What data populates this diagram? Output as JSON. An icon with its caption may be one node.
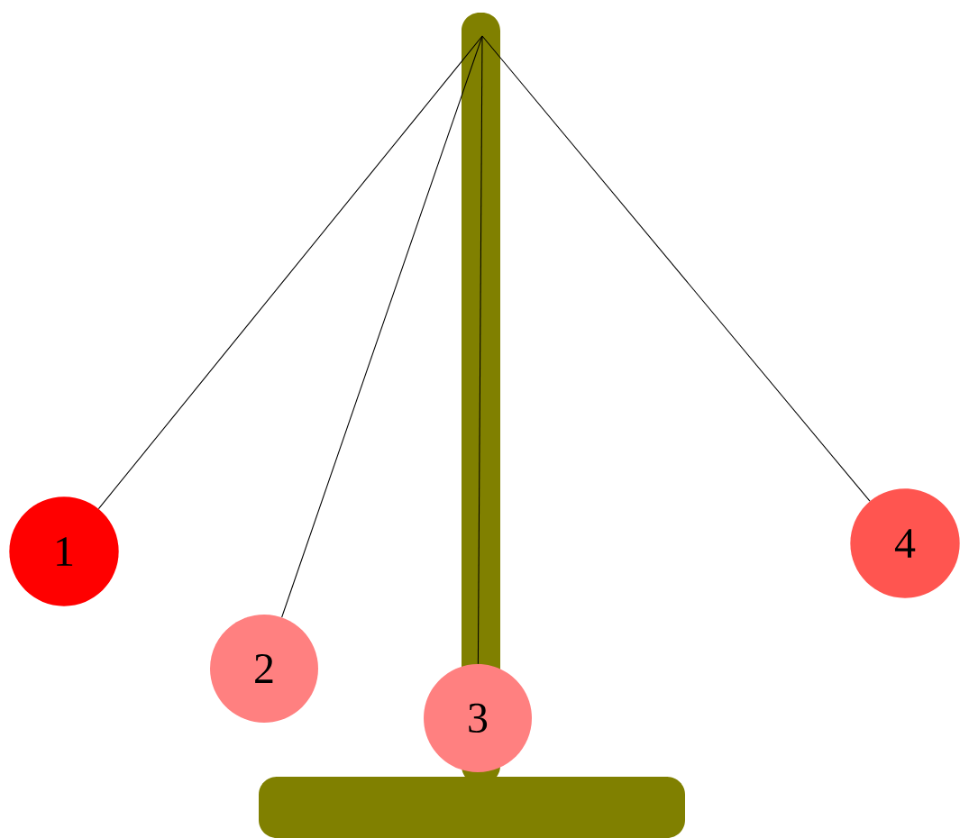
{
  "diagram": {
    "nodes": [
      {
        "text": [
          "1"
        ]
      },
      {
        "text": [
          "2"
        ]
      },
      {
        "text": [
          "3"
        ]
      },
      {
        "text": [
          "4"
        ]
      }
    ],
    "edges": [
      {
        "from": null,
        "to": 0,
        "arrow": "none"
      },
      {
        "from": null,
        "to": 1,
        "arrow": "none"
      },
      {
        "from": null,
        "to": 2,
        "arrow": "none"
      },
      {
        "from": null,
        "to": 3,
        "arrow": "none"
      }
    ]
  }
}
